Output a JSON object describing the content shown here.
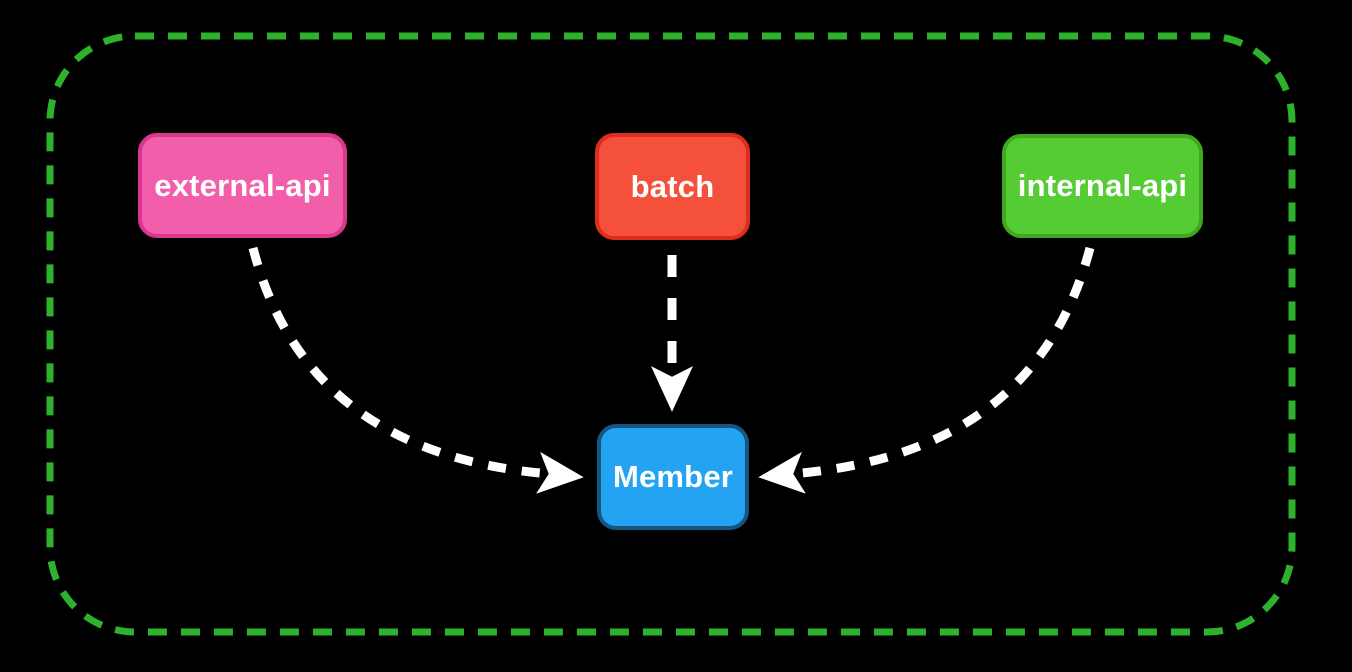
{
  "diagram": {
    "background_color": "#000000",
    "boundary": {
      "description": "dashed rounded-rectangle group border",
      "border_color": "#2EB22E",
      "border_style": "dashed"
    },
    "nodes": [
      {
        "id": "external-api",
        "label": "external-api",
        "fill": "#F25EA9",
        "border": "#D9368F",
        "text_color": "#FFFFFF"
      },
      {
        "id": "batch",
        "label": "batch",
        "fill": "#F4503C",
        "border": "#DE2D1D",
        "text_color": "#FFFFFF"
      },
      {
        "id": "internal-api",
        "label": "internal-api",
        "fill": "#56CC34",
        "border": "#3FA81F",
        "text_color": "#FFFFFF"
      },
      {
        "id": "member",
        "label": "Member",
        "fill": "#23A3F2",
        "border": "#16557F",
        "text_color": "#FFFFFF"
      }
    ],
    "edges": [
      {
        "from": "external-api",
        "to": "member",
        "style": "dashed",
        "color": "#FFFFFF",
        "arrowhead": "solid-triangle"
      },
      {
        "from": "batch",
        "to": "member",
        "style": "dashed",
        "color": "#FFFFFF",
        "arrowhead": "solid-triangle"
      },
      {
        "from": "internal-api",
        "to": "member",
        "style": "dashed",
        "color": "#FFFFFF",
        "arrowhead": "solid-triangle"
      }
    ]
  }
}
